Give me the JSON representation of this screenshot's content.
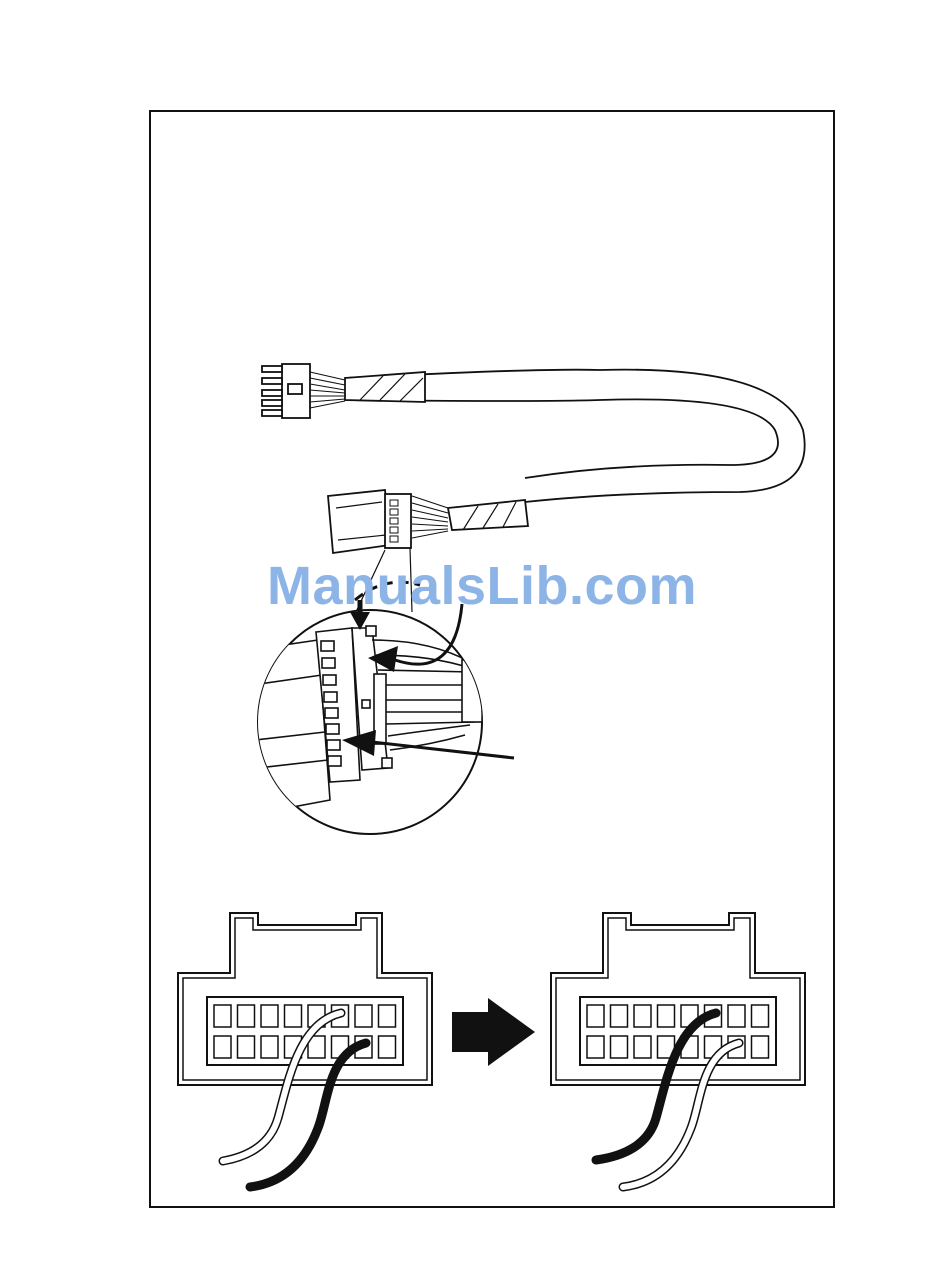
{
  "watermark": {
    "text": "ManualsLib.com",
    "color": "#8cb4e6"
  },
  "colors": {
    "line": "#111111",
    "fill": "#ffffff",
    "dark_wire": "#111111",
    "light_wire": "#ffffff"
  },
  "figures": [
    {
      "name": "wiring-harness",
      "description_icon": "harness-cable-icon"
    },
    {
      "name": "connector-detail-magnifier",
      "description_icon": "magnifier-circle-icon"
    },
    {
      "name": "connector-before",
      "pin_rows": 2,
      "pins_per_row": 8
    },
    {
      "name": "connector-after",
      "pin_rows": 2,
      "pins_per_row": 8
    }
  ]
}
